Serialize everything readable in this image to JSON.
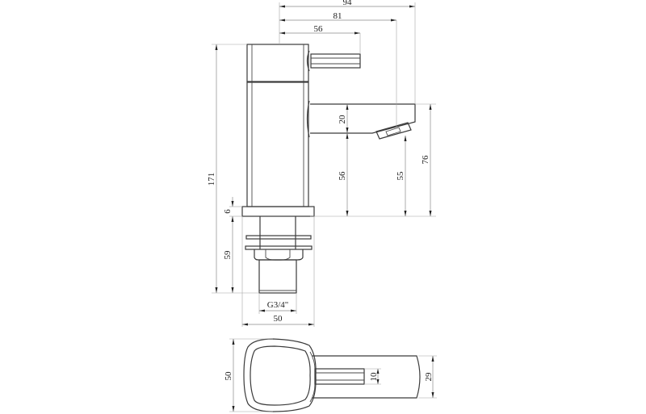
{
  "drawing": {
    "title": "Basin tap technical drawing",
    "units": "mm",
    "views": [
      "front-elevation",
      "plan"
    ]
  },
  "dimensions": {
    "overall_reach": "94",
    "spout_reach": "81",
    "handle_reach": "56",
    "overall_height": "171",
    "spout_height": "20",
    "spout_clearance": "56",
    "outlet_height": "55",
    "spout_top_height": "76",
    "base_thickness": "6",
    "shank_length": "59",
    "thread_size": "G3/4\"",
    "base_width": "50",
    "plan_body_width": "50",
    "plan_handle_width": "10",
    "plan_spout_width": "29"
  },
  "colors": {
    "line": "#3a3a3a",
    "dimension": "#8a8a8a",
    "background": "#ffffff"
  }
}
